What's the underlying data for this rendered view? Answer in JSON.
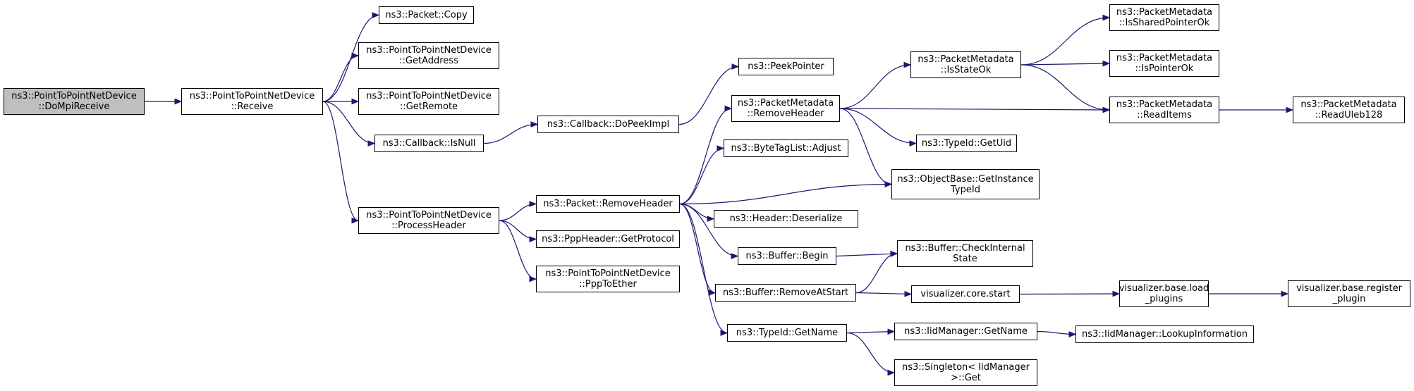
{
  "nodes": [
    {
      "id": "n0",
      "lines": [
        "ns3::PointToPointNetDevice",
        "::DoMpiReceive"
      ],
      "highlight": true
    },
    {
      "id": "n1",
      "lines": [
        "ns3::PointToPointNetDevice",
        "::Receive"
      ]
    },
    {
      "id": "n2",
      "lines": [
        "ns3::Packet::Copy"
      ]
    },
    {
      "id": "n3",
      "lines": [
        "ns3::PointToPointNetDevice",
        "::GetAddress"
      ]
    },
    {
      "id": "n4",
      "lines": [
        "ns3::PointToPointNetDevice",
        "::GetRemote"
      ]
    },
    {
      "id": "n5",
      "lines": [
        "ns3::Callback::IsNull"
      ]
    },
    {
      "id": "n6",
      "lines": [
        "ns3::PointToPointNetDevice",
        "::ProcessHeader"
      ]
    },
    {
      "id": "n7",
      "lines": [
        "ns3::Callback::DoPeekImpl"
      ]
    },
    {
      "id": "n8",
      "lines": [
        "ns3::PeekPointer"
      ]
    },
    {
      "id": "n9",
      "lines": [
        "ns3::Packet::RemoveHeader"
      ]
    },
    {
      "id": "n10",
      "lines": [
        "ns3::PppHeader::GetProtocol"
      ]
    },
    {
      "id": "n11",
      "lines": [
        "ns3::PointToPointNetDevice",
        "::PppToEther"
      ]
    },
    {
      "id": "n12",
      "lines": [
        "ns3::PacketMetadata",
        "::RemoveHeader"
      ]
    },
    {
      "id": "n13",
      "lines": [
        "ns3::ByteTagList::Adjust"
      ]
    },
    {
      "id": "n14",
      "lines": [
        "ns3::ObjectBase::GetInstance",
        "TypeId"
      ]
    },
    {
      "id": "n15",
      "lines": [
        "ns3::Header::Deserialize"
      ]
    },
    {
      "id": "n16",
      "lines": [
        "ns3::Buffer::Begin"
      ]
    },
    {
      "id": "n17",
      "lines": [
        "ns3::Buffer::RemoveAtStart"
      ]
    },
    {
      "id": "n18",
      "lines": [
        "ns3::TypeId::GetName"
      ]
    },
    {
      "id": "n19",
      "lines": [
        "ns3::PacketMetadata",
        "::IsStateOk"
      ]
    },
    {
      "id": "n20",
      "lines": [
        "ns3::PacketMetadata",
        "::ReadItems"
      ]
    },
    {
      "id": "n21",
      "lines": [
        "ns3::TypeId::GetUid"
      ]
    },
    {
      "id": "n22",
      "lines": [
        "ns3::Buffer::CheckInternal",
        "State"
      ]
    },
    {
      "id": "n23",
      "lines": [
        "visualizer.core.start"
      ]
    },
    {
      "id": "n24",
      "lines": [
        "ns3::IidManager::GetName"
      ]
    },
    {
      "id": "n25",
      "lines": [
        "ns3::Singleton< IidManager",
        " >::Get"
      ]
    },
    {
      "id": "n26",
      "lines": [
        "ns3::PacketMetadata",
        "::IsSharedPointerOk"
      ]
    },
    {
      "id": "n27",
      "lines": [
        "ns3::PacketMetadata",
        "::IsPointerOk"
      ]
    },
    {
      "id": "n28",
      "lines": [
        "ns3::PacketMetadata",
        "::ReadUleb128"
      ]
    },
    {
      "id": "n29",
      "lines": [
        "visualizer.base.load",
        "_plugins"
      ]
    },
    {
      "id": "n30",
      "lines": [
        "ns3::IidManager::LookupInformation"
      ]
    },
    {
      "id": "n31",
      "lines": [
        "visualizer.base.register",
        "_plugin"
      ]
    }
  ],
  "edges": [
    [
      "n0",
      "n1"
    ],
    [
      "n1",
      "n2"
    ],
    [
      "n1",
      "n3"
    ],
    [
      "n1",
      "n4"
    ],
    [
      "n1",
      "n5"
    ],
    [
      "n1",
      "n6"
    ],
    [
      "n5",
      "n7"
    ],
    [
      "n7",
      "n8"
    ],
    [
      "n6",
      "n9"
    ],
    [
      "n6",
      "n10"
    ],
    [
      "n6",
      "n11"
    ],
    [
      "n9",
      "n12"
    ],
    [
      "n9",
      "n13"
    ],
    [
      "n9",
      "n14"
    ],
    [
      "n9",
      "n15"
    ],
    [
      "n9",
      "n16"
    ],
    [
      "n9",
      "n17"
    ],
    [
      "n9",
      "n18"
    ],
    [
      "n12",
      "n19"
    ],
    [
      "n12",
      "n20"
    ],
    [
      "n12",
      "n21"
    ],
    [
      "n12",
      "n14"
    ],
    [
      "n19",
      "n26"
    ],
    [
      "n19",
      "n27"
    ],
    [
      "n19",
      "n20"
    ],
    [
      "n20",
      "n28"
    ],
    [
      "n16",
      "n22"
    ],
    [
      "n17",
      "n22"
    ],
    [
      "n17",
      "n23"
    ],
    [
      "n23",
      "n29"
    ],
    [
      "n29",
      "n31"
    ],
    [
      "n18",
      "n24"
    ],
    [
      "n18",
      "n25"
    ],
    [
      "n24",
      "n30"
    ]
  ],
  "colors": {
    "edge": "#191970",
    "node_border": "#000000",
    "root_fill": "#bfbfbf",
    "node_fill": "#ffffff"
  }
}
